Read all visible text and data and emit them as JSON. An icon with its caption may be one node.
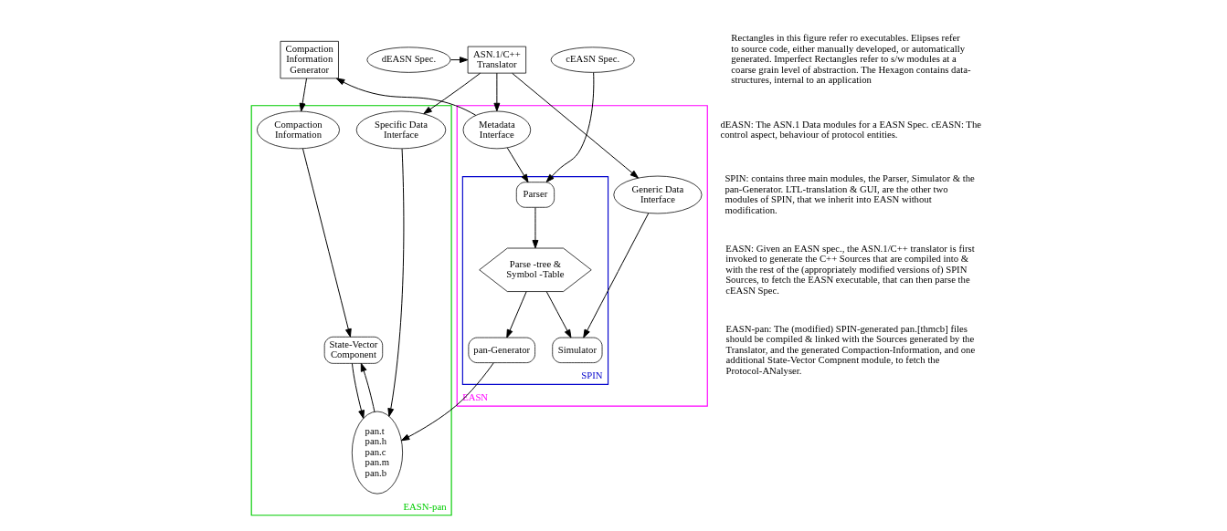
{
  "diagram": {
    "nodes": [
      {
        "text": [
          "dEASN Spec."
        ]
      },
      {
        "text": [
          "ASN.1/C++ Translator"
        ]
      },
      {
        "text": [
          "cEASN Spec."
        ]
      },
      {
        "text": [
          "Compaction Information Generator"
        ]
      },
      {
        "text": [
          "EASN"
        ]
      },
      {
        "text": [
          "Generic Data Interface"
        ],
        "in": 4
      },
      {
        "text": [
          "Metadata Interface"
        ],
        "in": 4
      },
      {
        "text": [
          "SPIN"
        ],
        "in": 4
      },
      {
        "text": [
          "Parser"
        ],
        "in": 7
      },
      {
        "text": [
          "Simulator"
        ],
        "in": 7
      },
      {
        "text": [
          "Parse -tree & Symbol -Table"
        ],
        "in": 7
      },
      {
        "text": [
          "pan-Generator"
        ],
        "in": 7
      },
      {
        "text": [
          "EASN-pan"
        ]
      },
      {
        "text": [
          "Specific Data Interface"
        ],
        "in": 12
      },
      {
        "text": [
          "Compaction Information"
        ],
        "in": 12
      },
      {
        "text": [
          "State-Vector Component"
        ],
        "in": 12
      },
      {
        "text": [
          "pan.t pan.h pan.c pan.m pan.b"
        ],
        "in": 12
      }
    ],
    "edges": [
      {
        "from": 0,
        "to": 1,
        "arrow": "to"
      },
      {
        "from": 1,
        "to": 5,
        "arrow": "to"
      },
      {
        "from": 1,
        "to": 6,
        "arrow": "to"
      },
      {
        "from": 1,
        "to": 13,
        "arrow": "to"
      },
      {
        "from": 6,
        "to": 3,
        "arrow": "to"
      },
      {
        "from": 2,
        "to": 8,
        "arrow": "to"
      },
      {
        "from": 3,
        "to": 14,
        "arrow": "to"
      },
      {
        "from": 5,
        "to": 9,
        "arrow": "to"
      },
      {
        "from": 6,
        "to": 8,
        "arrow": "to"
      },
      {
        "from": 8,
        "to": 10,
        "arrow": "to"
      },
      {
        "from": 10,
        "to": 9,
        "arrow": "to"
      },
      {
        "from": 10,
        "to": 11,
        "arrow": "to"
      },
      {
        "from": 11,
        "to": 16,
        "arrow": "to"
      },
      {
        "from": 13,
        "to": 16,
        "arrow": "to"
      },
      {
        "from": 16,
        "to": 15,
        "arrow": "to"
      },
      {
        "from": 14,
        "to": 15,
        "arrow": "to"
      },
      {
        "from": 15,
        "to": 16,
        "arrow": "to"
      }
    ],
    "labels": [
      "Rectangles in this figure refer ro executables. Elipses refer to source code, either manually developed, or automatically generated. Imperfect Rectangles refer to s/w modules at a coarse grain level of abstraction. The Hexagon contains data-structures, internal to an application",
      "dEASN: The ASN.1 Data modules for a EASN Spec. cEASN: The control aspect, behaviour of protocol entities.",
      "SPIN: contains three main modules, the Parser, Simulator & the pan-Generator. LTL-translation & GUI, are the other two modules of SPIN, that we inherit into EASN without modification.",
      "EASN: Given an EASN spec., the ASN.1/C++ translator is first invoked to generate the C++ Sources that are compiled into & with the rest of the (appropriately modified versions of) SPIN Sources, to fetch the EASN executable, that can then parse the cEASN Spec.",
      "EASN-pan: The (modified) SPIN-generated pan.[thmcb] files should be compiled & linked with the Sources generated by the Translator, and the generated Compaction-Information, and one additional State-Vector Compnent module, to fetch the Protocol-ANalyser."
    ]
  }
}
